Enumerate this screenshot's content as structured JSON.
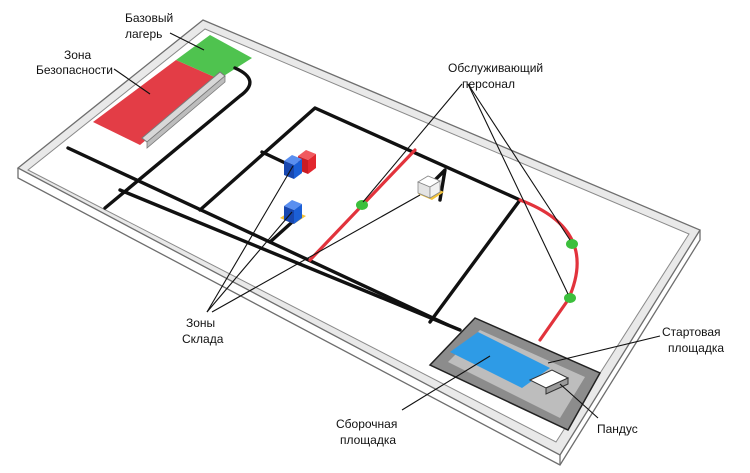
{
  "labels": {
    "base_camp": [
      "Базовый",
      "лагерь"
    ],
    "safety_zone": [
      "Зона",
      "Безопасности"
    ],
    "service_staff": [
      "Обслуживающий",
      "персонал"
    ],
    "warehouse_zones": [
      "Зоны",
      "Склада"
    ],
    "start_area": [
      "Стартовая",
      "площадка"
    ],
    "assembly_area": [
      "Сборочная",
      "площадка"
    ],
    "ramp": [
      "Пандус"
    ]
  },
  "colors": {
    "safety_zone": "#e2333c",
    "base_camp": "#4fc34f",
    "path_red": "#e2333c",
    "checkpoint": "#3cbf3c",
    "assembly": "#2e9be6",
    "start_frame": "#8c8c8c",
    "line": "#111111",
    "box_red": "#e2262e",
    "box_blue": "#1b5fd6",
    "box_white": "#f2f2f2",
    "pad_yellow": "#f2c23a"
  }
}
